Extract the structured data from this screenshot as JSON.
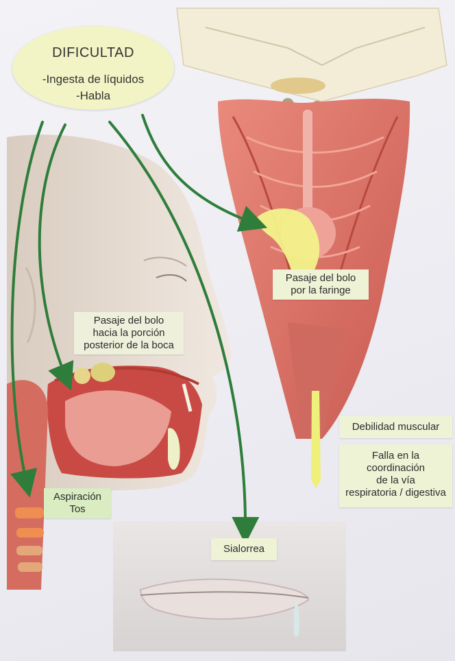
{
  "bubble": {
    "title": "DIFICULTAD",
    "line1": "-Ingesta de líquidos",
    "line2": "-Habla"
  },
  "labels": {
    "bolo_faringe": [
      "Pasaje del bolo",
      "por la faringe"
    ],
    "bolo_boca": [
      "Pasaje del bolo",
      "hacia la porción",
      "posterior de la boca"
    ],
    "debilidad": "Debilidad muscular",
    "falla": [
      "Falla en la",
      "coordinación",
      "de la vía",
      "respiratoria / digestiva"
    ],
    "aspiracion": [
      "Aspiración",
      "Tos"
    ],
    "sialorrea": "Sialorrea"
  },
  "colors": {
    "arrow": "#2e7d3a",
    "label_bg": "#eef3d6",
    "bubble_bg": "#f2f4c6",
    "muscle": "#d9685e",
    "bolus": "#eef07a",
    "skin": "#e8dcd0"
  }
}
